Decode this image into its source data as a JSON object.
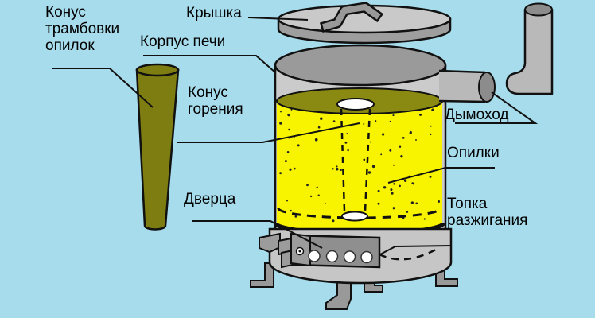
{
  "labels": {
    "tamping_cone": "Конус\nтрамбовки\nопилок",
    "lid": "Крышка",
    "stove_body": "Корпус печи",
    "burning_cone": "Конус\nгорения",
    "chimney": "Дымоход",
    "sawdust": "Опилки",
    "door": "Дверца",
    "ignition_chamber": "Топка\nразжигания"
  },
  "colors": {
    "background": "#a7dcec",
    "outline": "#111111",
    "body_wall": "#cbcbcb",
    "opening_inner": "#9a9a9a",
    "lid_top": "#c9c9c9",
    "lid_rim": "#9e9e9e",
    "pipe": "#b9b9b9",
    "pipe_cap": "#8c8c8c",
    "base": "#c6c6c6",
    "door_plate": "#8f8f8f",
    "leg": "#999999",
    "sawdust_yellow": "#f8f400",
    "sawdust_top": "#8a8a12",
    "cone_olive": "#7d7d12"
  }
}
